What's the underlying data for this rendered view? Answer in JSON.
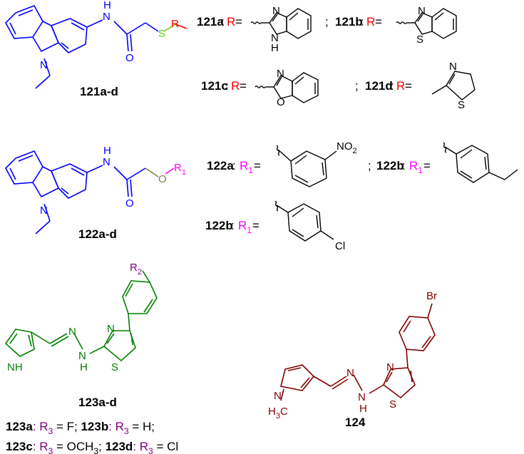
{
  "colors": {
    "carbazole": "#0000ff",
    "r_red": "#ff0000",
    "sulfur_green": "#66cc00",
    "oxygen_olive": "#7f7f3f",
    "r1_magenta": "#ff00ff",
    "r3_purple": "#800080",
    "green_123": "#008000",
    "darkred_124": "#800000",
    "black": "#000000"
  },
  "atoms": {
    "n": "N",
    "h": "H",
    "nh": "NH",
    "o": "O",
    "s": "S",
    "br": "Br",
    "cl": "Cl",
    "no2": "NO",
    "sub2": "2",
    "h3c": "H",
    "sub3": "3",
    "c": "C"
  },
  "s121": {
    "compound_label": "121a-d",
    "r_symbol": "R",
    "a_id": "121a",
    "b_id": "121b",
    "c_id": "121c",
    "d_id": "121d",
    "colon": ":",
    "eq": " =",
    "sep": ";"
  },
  "s122": {
    "compound_label": "122a-d",
    "r_symbol": "R",
    "r_sub": "1",
    "a_id": "122a",
    "b_id": "122b",
    "c_id": "122b",
    "colon": ":",
    "eq": " =",
    "sep": ";"
  },
  "s123": {
    "compound_label": "123a-d",
    "r2_symbol": "R",
    "r2_sub": "2",
    "line1": {
      "a_id": "123a",
      "a_text": ": R",
      "sub": "3",
      "a_val": " = F;",
      "b_id": "123b",
      "b_text": ": R",
      "b_val": " = H;"
    },
    "line2": {
      "c_id": "123c",
      "c_text": ": R",
      "c_val": " = OCH",
      "c_sub": "3",
      "c_end": ";",
      "d_id": "123d",
      "d_text": ": R",
      "d_val": " = Cl"
    }
  },
  "s124": {
    "compound_label": "124"
  }
}
